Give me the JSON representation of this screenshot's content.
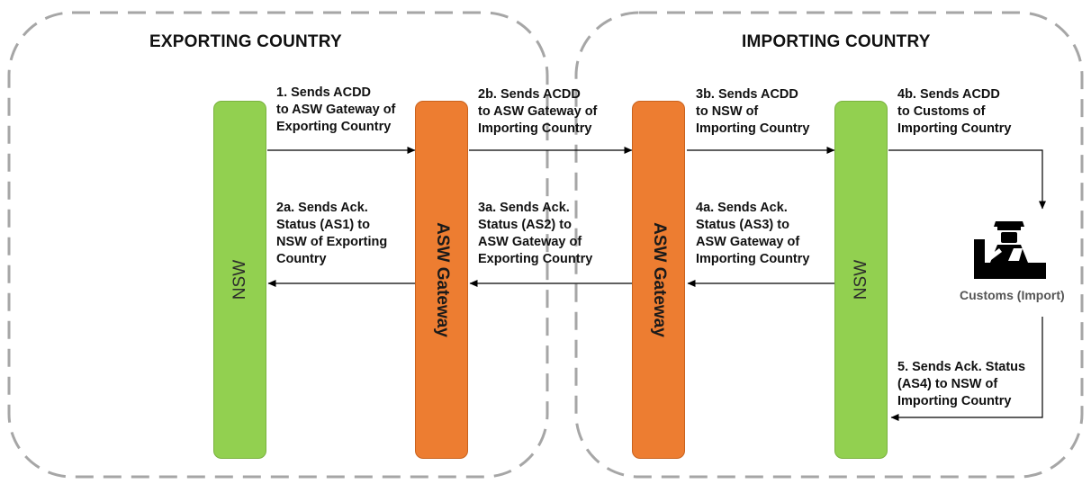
{
  "regions": [
    {
      "title": "EXPORTING COUNTRY"
    },
    {
      "title": "IMPORTING COUNTRY"
    }
  ],
  "lanes": {
    "nsw_export": "NSW",
    "gateway_export": "ASW Gateway",
    "gateway_import": "ASW Gateway",
    "nsw_import": "NSW"
  },
  "steps": [
    {
      "id": "1",
      "lines": [
        "1. Sends ACDD",
        "to ASW Gateway of",
        "Exporting Country"
      ]
    },
    {
      "id": "2b",
      "lines": [
        "2b. Sends ACDD",
        "to ASW Gateway of",
        "Importing Country"
      ]
    },
    {
      "id": "3b",
      "lines": [
        "3b. Sends ACDD",
        "to NSW of",
        "Importing Country"
      ]
    },
    {
      "id": "4b",
      "lines": [
        "4b. Sends ACDD",
        "to Customs of",
        "Importing Country"
      ]
    },
    {
      "id": "2a",
      "lines": [
        "2a. Sends Ack.",
        "Status (AS1) to",
        "NSW of Exporting",
        "Country"
      ]
    },
    {
      "id": "3a",
      "lines": [
        "3a. Sends Ack.",
        "Status (AS2) to",
        "ASW Gateway of",
        "Exporting Country"
      ]
    },
    {
      "id": "4a",
      "lines": [
        "4a. Sends Ack.",
        "Status (AS3) to",
        "ASW Gateway of",
        "Importing Country"
      ]
    },
    {
      "id": "5",
      "lines": [
        "5. Sends Ack. Status",
        "(AS4) to NSW of",
        "Importing Country"
      ]
    }
  ],
  "customs": {
    "label": "Customs (Import)",
    "icon": "customs-officer-icon"
  },
  "colors": {
    "nsw": "#92d050",
    "gateway": "#ed7d31",
    "region_border": "#a6a6a6",
    "arrow": "#000000"
  }
}
